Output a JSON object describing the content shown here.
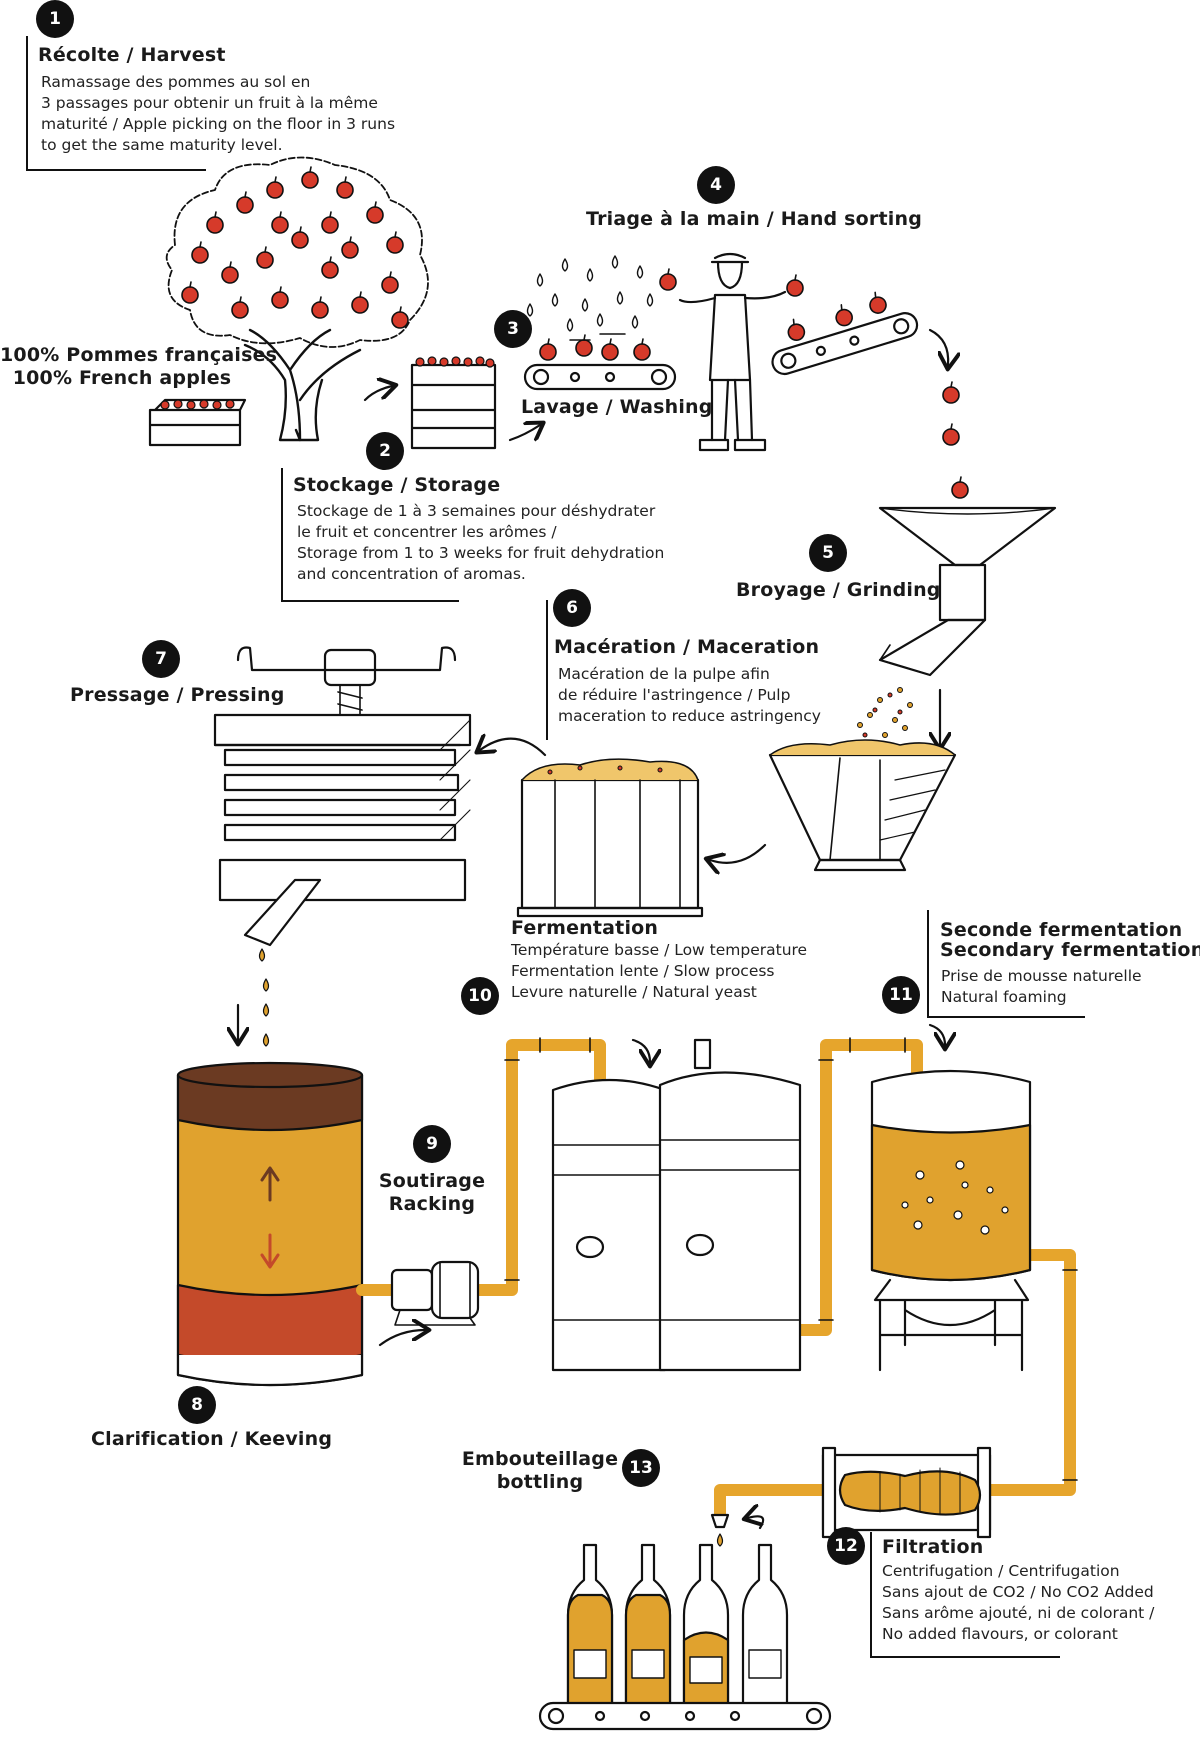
{
  "steps": {
    "harvest": {
      "number": "1",
      "title": "Récolte / Harvest",
      "desc": [
        "Ramassage des pommes au sol en",
        "3 passages pour obtenir un fruit à la même",
        "maturité / Apple picking on the floor in 3 runs",
        "to get the same maturity level."
      ]
    },
    "storage": {
      "number": "2",
      "title": "Stockage / Storage",
      "desc": [
        "Stockage de 1 à 3 semaines pour déshydrater",
        "le fruit et concentrer les arômes /",
        "Storage from 1 to 3 weeks for fruit dehydration",
        "and concentration of aromas."
      ]
    },
    "washing": {
      "number": "3",
      "title": "Lavage / Washing"
    },
    "sorting": {
      "number": "4",
      "title": "Triage à la main / Hand sorting"
    },
    "grinding": {
      "number": "5",
      "title": "Broyage / Grinding"
    },
    "maceration": {
      "number": "6",
      "title": "Macération / Maceration",
      "desc": [
        "Macération de la pulpe afin",
        "de réduire l'astringence / Pulp",
        "maceration to reduce astringency"
      ]
    },
    "pressing": {
      "number": "7",
      "title": "Pressage / Pressing"
    },
    "keeving": {
      "number": "8",
      "title": "Clarification / Keeving"
    },
    "racking": {
      "number": "9",
      "title": [
        "Soutirage",
        "Racking"
      ]
    },
    "fermentation": {
      "number": "10",
      "title": "Fermentation",
      "desc": [
        "Température basse / Low temperature",
        "Fermentation lente / Slow process",
        "Levure naturelle / Natural yeast"
      ]
    },
    "secondary": {
      "number": "11",
      "title": [
        "Seconde fermentation",
        "Secondary fermentation"
      ],
      "desc": [
        "Prise de mousse naturelle",
        "Natural foaming"
      ]
    },
    "filtration": {
      "number": "12",
      "title": "Filtration",
      "desc": [
        "Centrifugation / Centrifugation",
        "Sans ajout de CO2 / No CO2 Added",
        "Sans arôme ajouté, ni de colorant /",
        "No added flavours, or colorant"
      ]
    },
    "bottling": {
      "number": "13",
      "title": [
        "Embouteillage",
        "bottling"
      ]
    }
  },
  "origin": [
    "100% Pommes françaises",
    "100% French apples"
  ],
  "colors": {
    "ink": "#111111",
    "apple": "#d63a2a",
    "cider": "#e0a22e",
    "cider_light": "#f0c66b",
    "pipe": "#e6a52c",
    "barrel_top": "#6b3a22",
    "lees": "#c44a2a"
  },
  "icons": [
    "apple-tree-icon",
    "crate-icon",
    "conveyor-icon",
    "worker-icon",
    "grinder-icon",
    "vat-icon",
    "press-icon",
    "barrel-icon",
    "pump-icon",
    "tank-icon",
    "filter-icon",
    "bottle-icon"
  ]
}
